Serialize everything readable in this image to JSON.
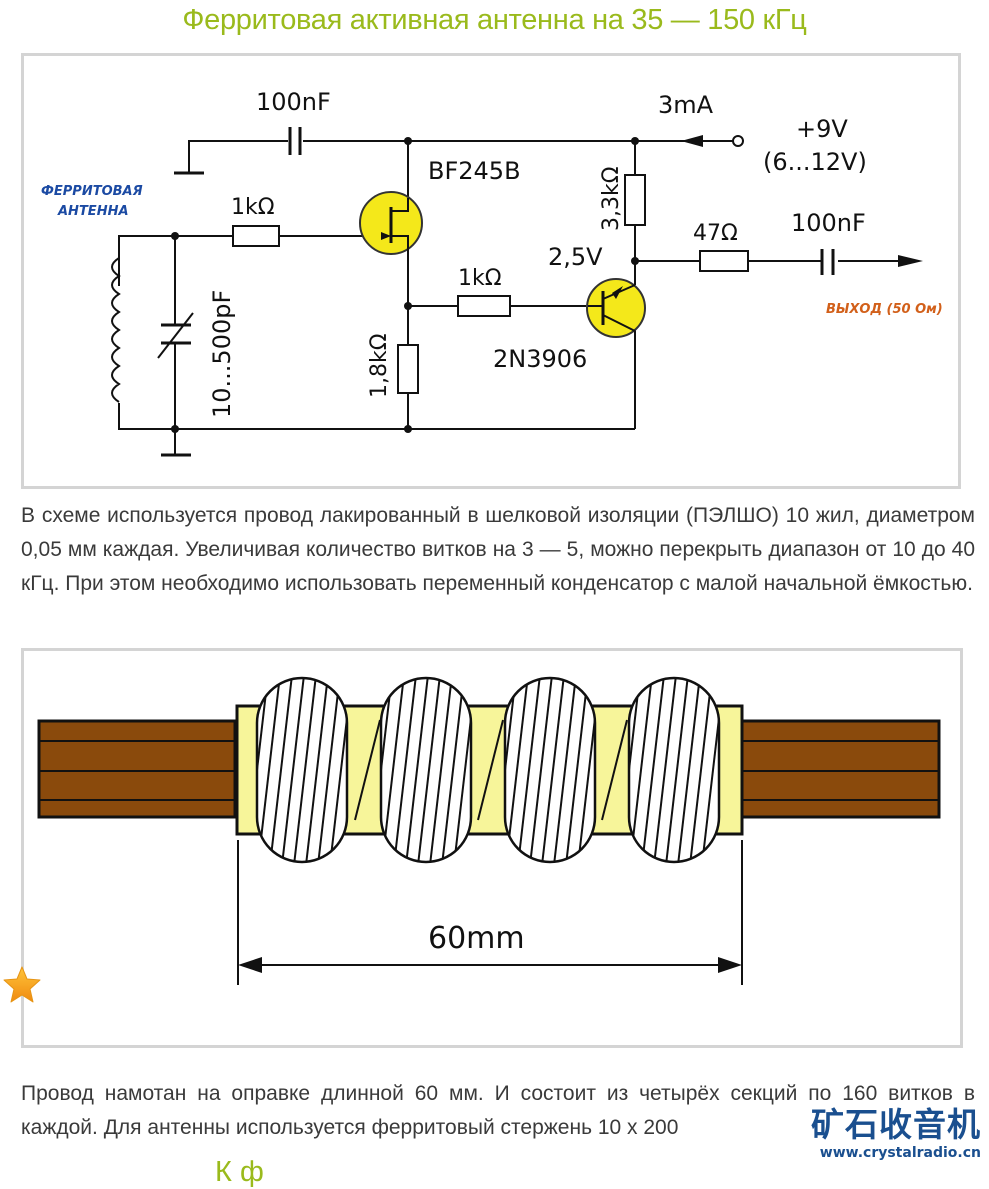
{
  "page": {
    "title": "Ферритовая активная антенна на 35 — 150 кГц",
    "next_heading_partial": "К                                ф"
  },
  "schematic": {
    "antenna_label_line1": "ФЕРРИТОВАЯ",
    "antenna_label_line2": "АНТЕННА",
    "output_label": "ВЫХОД (50 Ом)",
    "c_top": "100nF",
    "r_gate": "1kΩ",
    "c_var": "10...500pF",
    "jfet": "BF245B",
    "r_source": "1,8kΩ",
    "r_base": "1kΩ",
    "bjt": "2N3906",
    "r_collector": "3,3kΩ",
    "v_node": "2,5V",
    "current": "3mA",
    "supply": "+9V",
    "supply_range": "(6...12V)",
    "r_out": "47Ω",
    "c_out": "100nF",
    "colors": {
      "transistor_fill": "#f4e81a",
      "antenna_label": "#1b4aa3",
      "output_label": "#d2601a"
    }
  },
  "paragraphs": {
    "p1": "В схеме используется провод лакированный в шелковой изоляции (ПЭЛШО) 10 жил, диаметром 0,05 мм каждая. Увеличивая количество витков на 3 — 5, можно перекрыть диапазон от 10 до 40 кГц. При этом необходимо использовать переменный конденсатор с малой начальной ёмкостью.",
    "p2": "Провод намотан на оправке длинной 60 мм. И состоит из четырёх секций по 160 витков в каждой. Для антенны используется ферритовый стержень 10 х 200"
  },
  "coil_drawing": {
    "dimension_label": "60mm",
    "section_count": 4,
    "colors": {
      "rod": "#8a4a0c",
      "former": "#f7f59a"
    }
  },
  "watermark": {
    "chinese": "矿石收音机",
    "url": "www.crystalradio.cn"
  },
  "icons": {
    "star": "star-icon"
  }
}
